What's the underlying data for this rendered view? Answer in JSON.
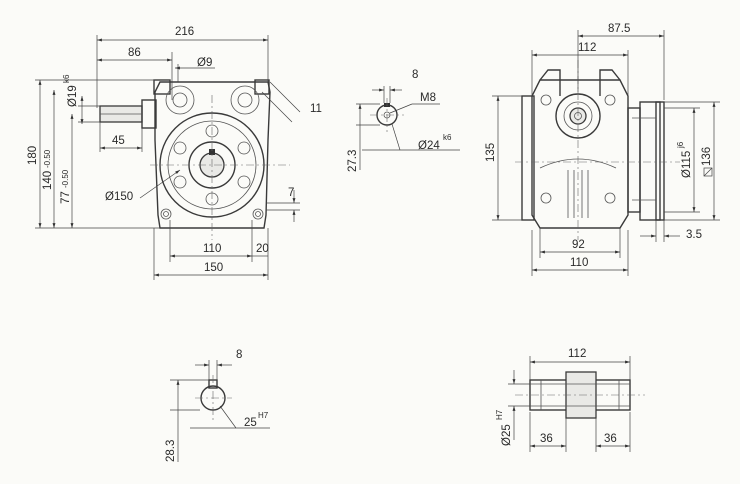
{
  "front_view": {
    "dim_216": "216",
    "dim_86": "86",
    "dim_dia9": "Ø9",
    "dim_11": "11",
    "dim_dia19": "Ø19",
    "dim_dia19_tol": "k6",
    "dim_180": "180",
    "dim_140": "140",
    "dim_140_tol": "-0.50",
    "dim_77": "77",
    "dim_77_tol": "-0.50",
    "dim_45": "45",
    "dim_dia150": "Ø150",
    "dim_7": "7",
    "dim_110": "110",
    "dim_20": "20",
    "dim_150": "150"
  },
  "shaft_detail": {
    "dim_8": "8",
    "dim_m8": "M8",
    "dim_27_3": "27.3",
    "dim_dia24": "Ø24",
    "dim_dia24_tol": "k6"
  },
  "side_view": {
    "dim_87_5": "87.5",
    "dim_112": "112",
    "dim_135": "135",
    "dim_dia115": "Ø115",
    "dim_dia115_tol": "j6",
    "dim_136": "136",
    "dim_3_5": "3.5",
    "dim_92": "92",
    "dim_110": "110"
  },
  "bore_detail": {
    "dim_8": "8",
    "dim_dia25": "25",
    "dim_dia25_tol": "H7",
    "dim_28_3": "28.3"
  },
  "hollow_shaft": {
    "dim_112": "112",
    "dim_dia25": "Ø25",
    "dim_dia25_tol": "H7",
    "dim_36_left": "36",
    "dim_36_right": "36"
  }
}
